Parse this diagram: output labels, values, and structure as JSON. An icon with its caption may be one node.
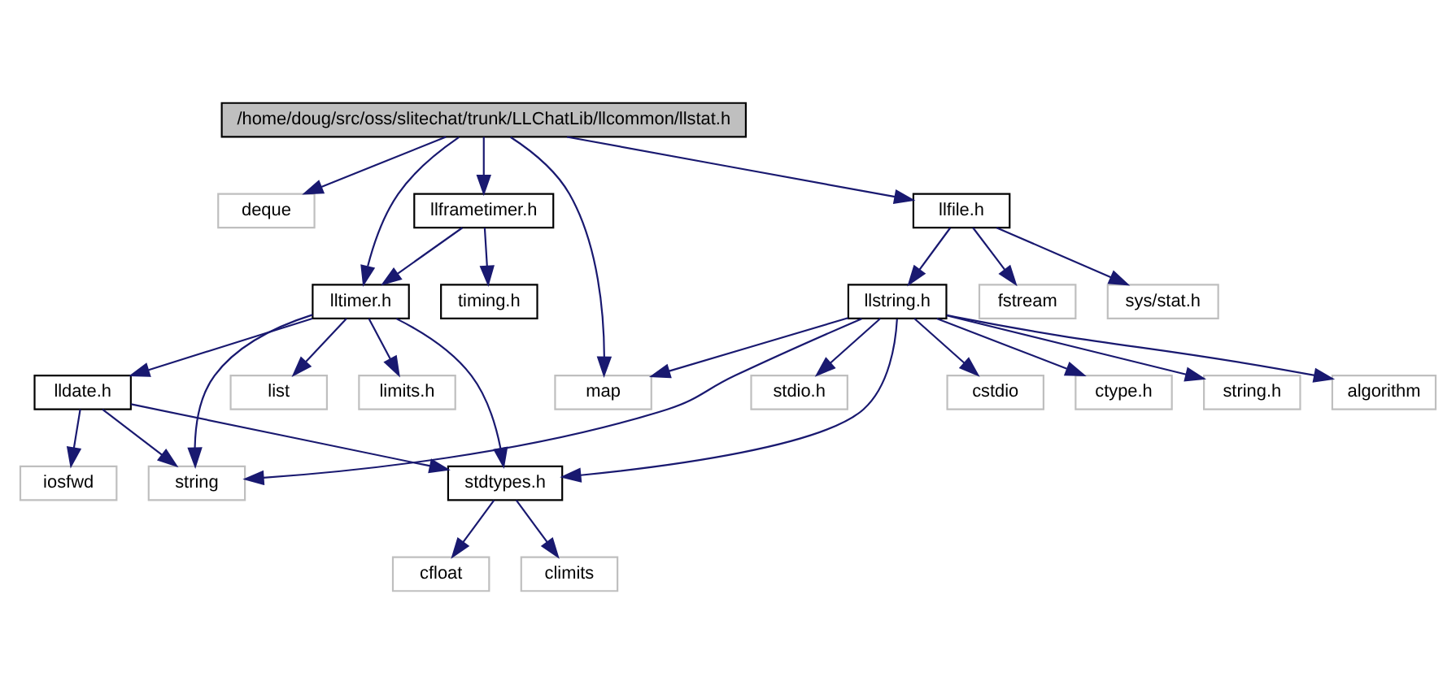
{
  "diagram": {
    "nodes": [
      {
        "text": [
          "/home/doug/src/oss/slitechat/trunk/LLChatLib/llcommon/llstat.h"
        ]
      },
      {
        "text": [
          "deque"
        ]
      },
      {
        "text": [
          "llframetimer.h"
        ]
      },
      {
        "text": [
          "llfile.h"
        ]
      },
      {
        "text": [
          "lltimer.h"
        ]
      },
      {
        "text": [
          "timing.h"
        ]
      },
      {
        "text": [
          "llstring.h"
        ]
      },
      {
        "text": [
          "fstream"
        ]
      },
      {
        "text": [
          "sys/stat.h"
        ]
      },
      {
        "text": [
          "limits.h"
        ]
      },
      {
        "text": [
          "list"
        ]
      },
      {
        "text": [
          "lldate.h"
        ]
      },
      {
        "text": [
          "map"
        ]
      },
      {
        "text": [
          "ctype.h"
        ]
      },
      {
        "text": [
          "string.h"
        ]
      },
      {
        "text": [
          "algorithm"
        ]
      },
      {
        "text": [
          "stdio.h"
        ]
      },
      {
        "text": [
          "cstdio"
        ]
      },
      {
        "text": [
          "string"
        ]
      },
      {
        "text": [
          "iosfwd"
        ]
      },
      {
        "text": [
          "stdtypes.h"
        ]
      },
      {
        "text": [
          "cfloat"
        ]
      },
      {
        "text": [
          "climits"
        ]
      }
    ],
    "edges": [
      {
        "from": 0,
        "to": 1,
        "arrow": "to"
      },
      {
        "from": 0,
        "to": 4,
        "arrow": "to"
      },
      {
        "from": 0,
        "to": 2,
        "arrow": "to"
      },
      {
        "from": 0,
        "to": 12,
        "arrow": "to"
      },
      {
        "from": 0,
        "to": 3,
        "arrow": "to"
      },
      {
        "from": 2,
        "to": 4,
        "arrow": "to"
      },
      {
        "from": 2,
        "to": 5,
        "arrow": "to"
      },
      {
        "from": 3,
        "to": 6,
        "arrow": "to"
      },
      {
        "from": 3,
        "to": 7,
        "arrow": "to"
      },
      {
        "from": 3,
        "to": 8,
        "arrow": "to"
      },
      {
        "from": 4,
        "to": 18,
        "arrow": "to"
      },
      {
        "from": 4,
        "to": 9,
        "arrow": "to"
      },
      {
        "from": 4,
        "to": 10,
        "arrow": "to"
      },
      {
        "from": 4,
        "to": 11,
        "arrow": "to"
      },
      {
        "from": 4,
        "to": 20,
        "arrow": "to"
      },
      {
        "from": 6,
        "to": 18,
        "arrow": "to"
      },
      {
        "from": 6,
        "to": 12,
        "arrow": "to"
      },
      {
        "from": 6,
        "to": 13,
        "arrow": "to"
      },
      {
        "from": 6,
        "to": 20,
        "arrow": "to"
      },
      {
        "from": 6,
        "to": 14,
        "arrow": "to"
      },
      {
        "from": 6,
        "to": 15,
        "arrow": "to"
      },
      {
        "from": 6,
        "to": 16,
        "arrow": "to"
      },
      {
        "from": 6,
        "to": 17,
        "arrow": "to"
      },
      {
        "from": 11,
        "to": 18,
        "arrow": "to"
      },
      {
        "from": 11,
        "to": 19,
        "arrow": "to"
      },
      {
        "from": 11,
        "to": 20,
        "arrow": "to"
      },
      {
        "from": 20,
        "to": 21,
        "arrow": "to"
      },
      {
        "from": 20,
        "to": 22,
        "arrow": "to"
      }
    ]
  }
}
